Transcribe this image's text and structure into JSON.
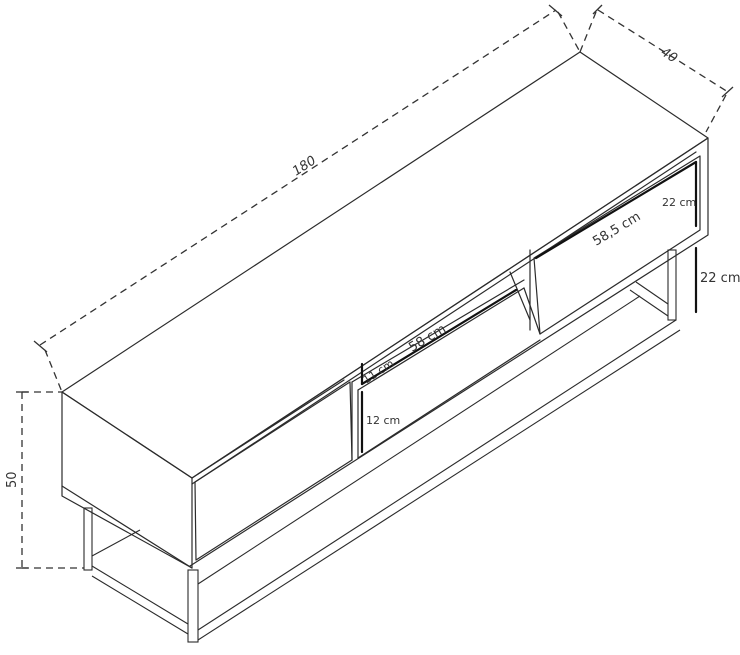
{
  "dimensions": {
    "width": "180",
    "depth": "40",
    "height": "50",
    "top_opening_depth": "11 cm",
    "shelf_width": "58 cm",
    "shelf_opening_height": "12 cm",
    "drawer_width": "58,5 cm",
    "drawer_front_height": "22 cm",
    "right_section_height": "22 cm"
  }
}
